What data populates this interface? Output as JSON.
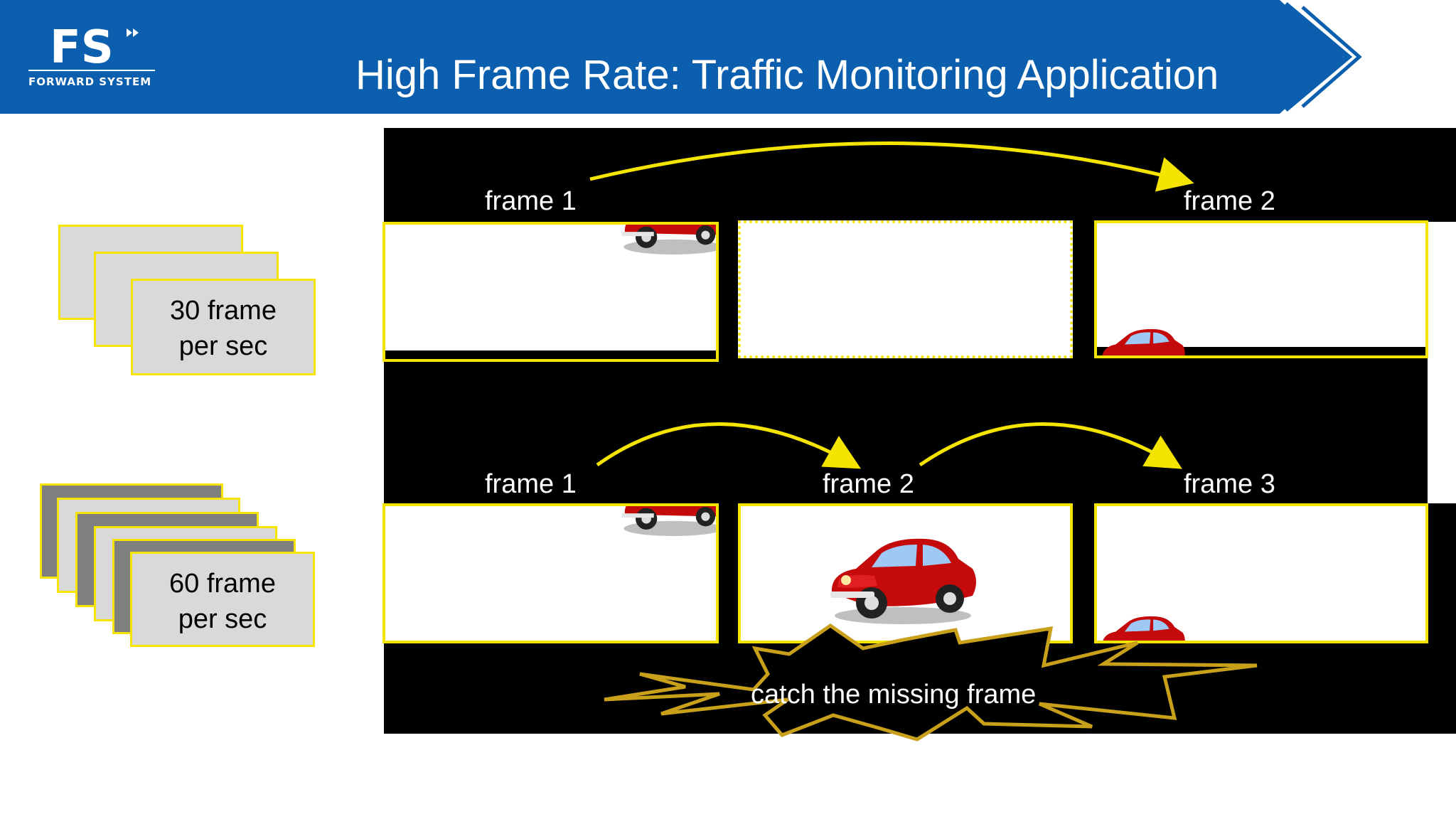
{
  "header": {
    "title": "High Frame Rate: Traffic Monitoring Application",
    "logo_mark": "FS",
    "logo_text": "FORWARD SYSTEM",
    "colors": {
      "banner": "#0c5fae",
      "accent": "#f5e400"
    }
  },
  "left_panel": {
    "slow_label_line1": "30 frame",
    "slow_label_line2": "per sec",
    "fast_label_line1": "60 frame",
    "fast_label_line2": "per sec"
  },
  "row_30fps": {
    "frames": [
      "frame 1",
      "frame 2"
    ]
  },
  "row_60fps": {
    "frames": [
      "frame 1",
      "frame 2",
      "frame 3"
    ]
  },
  "callout": {
    "text": "catch the missing frame"
  },
  "icons": [
    "car-icon",
    "curved-arrow-icon",
    "starburst-icon"
  ]
}
